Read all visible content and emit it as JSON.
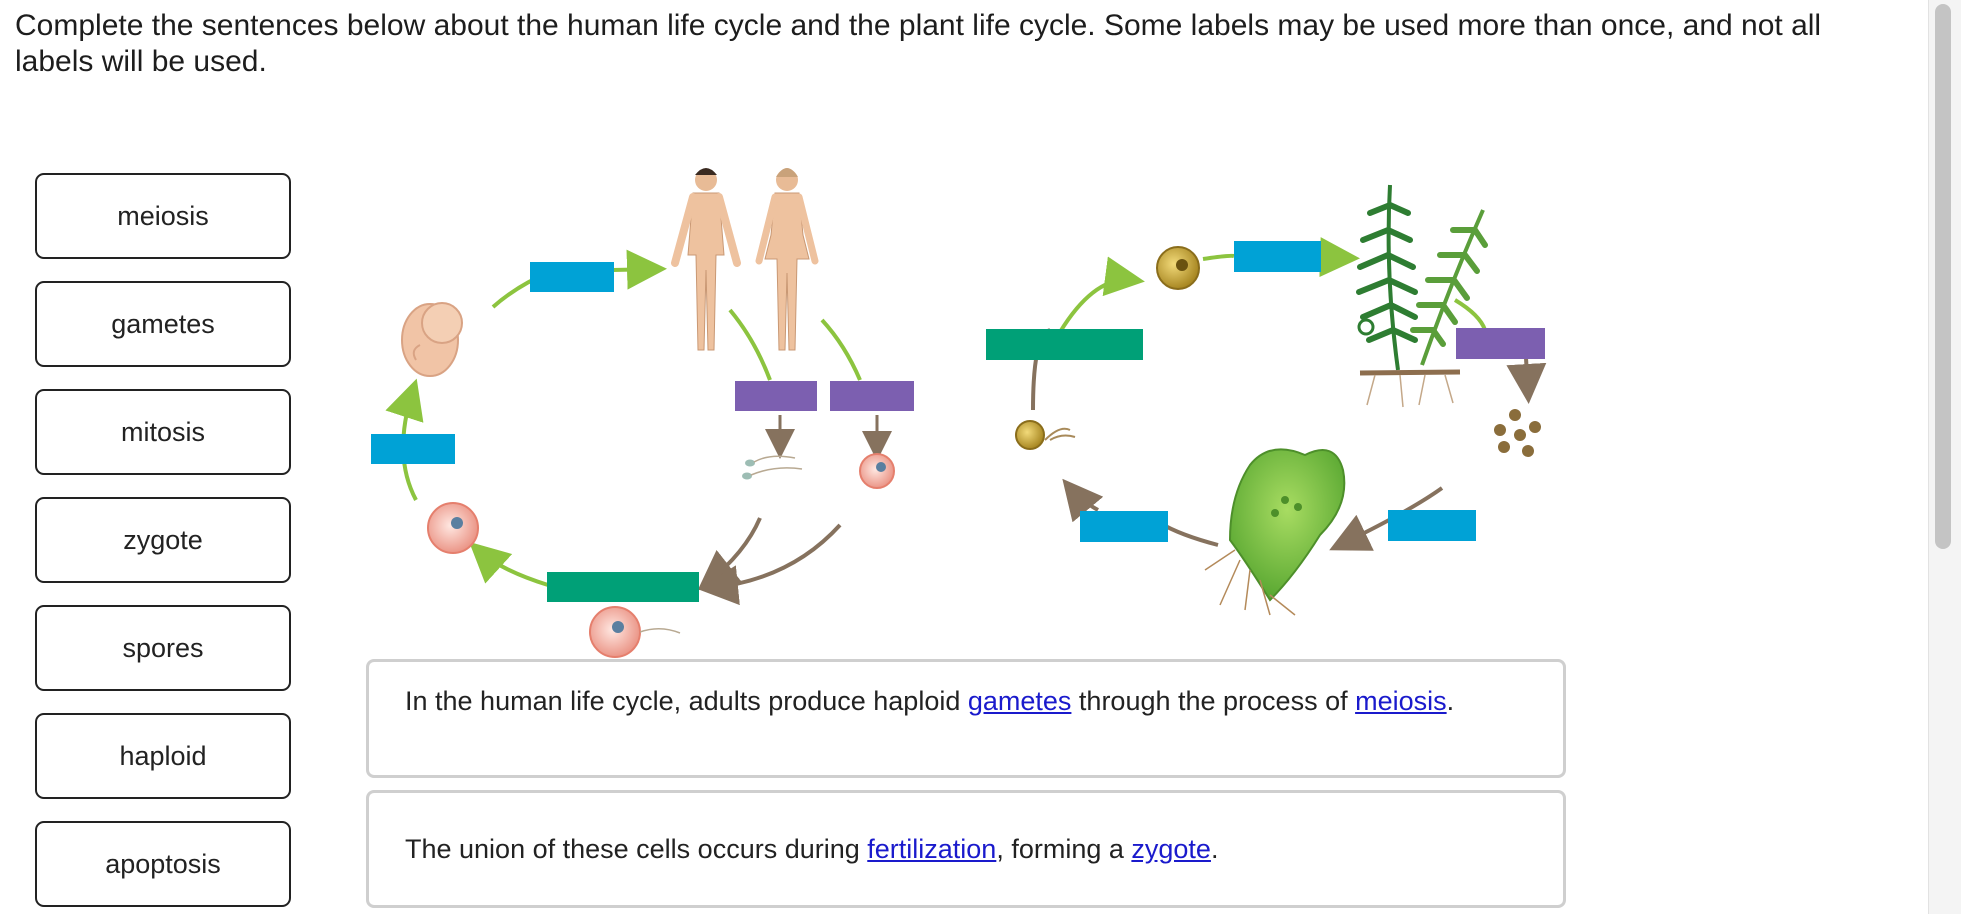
{
  "instructions": "Complete the sentences below about the human life cycle and the plant life cycle. Some labels may be used more than once, and not all labels will be used.",
  "labels": [
    "meiosis",
    "gametes",
    "mitosis",
    "zygote",
    "spores",
    "haploid",
    "apoptosis"
  ],
  "colors": {
    "blue_target": "#00a2d6",
    "green_target": "#00a077",
    "purple_target": "#7c5fb0",
    "arrow_green": "#8cc43f",
    "arrow_brown": "#86725e"
  },
  "sentences": [
    {
      "before": "In the human life cycle, adults produce haploid ",
      "blank1": "gametes",
      "middle": " through the process of ",
      "blank2": "meiosis",
      "after": "."
    },
    {
      "before": "The union of these cells occurs during ",
      "blank1": "fertilization",
      "middle": ", forming a ",
      "blank2": "zygote",
      "after": "."
    }
  ]
}
